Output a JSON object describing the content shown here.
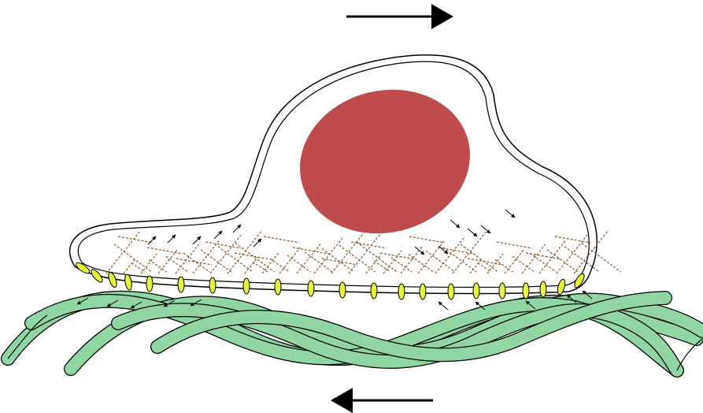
{
  "colors": {
    "background": "#ffffff",
    "outline": "#000000",
    "nucleus": "#be4c4e",
    "fibers": "#8fd6a4",
    "adhesions": "#e6f53a",
    "actin_mesh": "#8b5a2b"
  },
  "icons": {
    "top_arrow": "arrow-right-icon",
    "bottom_arrow": "arrow-left-icon"
  },
  "diagram": {
    "cell": "cell-body",
    "nucleus": "nucleus",
    "substrate": "extracellular-fibers",
    "adhesions": "focal-adhesions",
    "mesh": "actin-mesh",
    "force_arrows": "traction-force-arrows"
  }
}
